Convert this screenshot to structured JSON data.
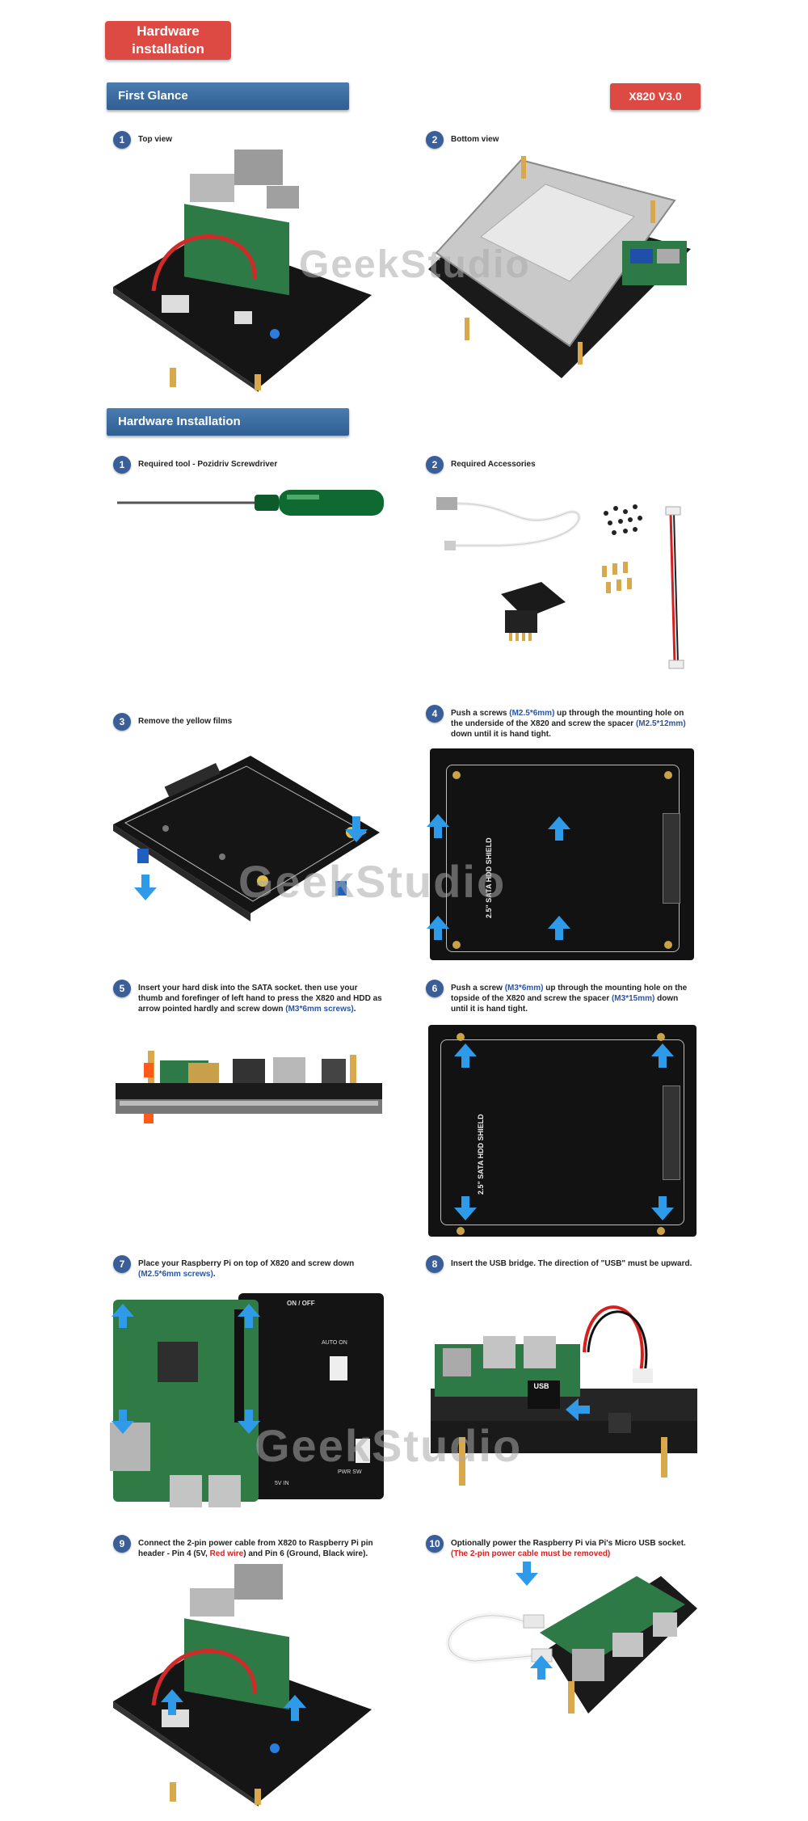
{
  "header": {
    "title": "Hardware installation"
  },
  "sections": {
    "first_glance": "First Glance",
    "version": "X820 V3.0",
    "hardware_installation": "Hardware Installation"
  },
  "watermark": "GeekStudio",
  "first_glance_steps": [
    {
      "num": "1",
      "text": "Top view"
    },
    {
      "num": "2",
      "text": "Bottom view"
    }
  ],
  "steps": [
    {
      "num": "1",
      "text": "Required tool - Pozidriv Screwdriver"
    },
    {
      "num": "2",
      "text": "Required Accessories"
    },
    {
      "num": "3",
      "text": "Remove the yellow films"
    },
    {
      "num": "4",
      "pre": "Push a screws ",
      "hl1": "(M2.5*6mm)",
      "mid": " up through the mounting hole on the underside of the X820 and screw the spacer ",
      "hl2": "(M2.5*12mm)",
      "post": " down until it is hand tight."
    },
    {
      "num": "5",
      "pre": "Insert your hard disk into the SATA socket.  then use your thumb and forefinger of left hand to press the X820 and HDD as arrow pointed hardly and screw down ",
      "hl1": "(M3*6mm screws)",
      "post": "."
    },
    {
      "num": "6",
      "pre": "Push a screw ",
      "hl1": "(M3*6mm)",
      "mid": " up through the mounting hole on the topside of the X820 and screw the spacer ",
      "hl2": "(M3*15mm)",
      "post": " down until it is hand tight."
    },
    {
      "num": "7",
      "pre": "Place your Raspberry Pi on top of X820 and screw down ",
      "hl1": "(M2.5*6mm screws)",
      "post": "."
    },
    {
      "num": "8",
      "text": "Insert the USB bridge.  The direction of \"USB\" must be upward."
    },
    {
      "num": "9",
      "pre": "Connect the 2-pin power cable from X820 to Raspberry Pi pin header - Pin 4 (5V, ",
      "red": "Red wire",
      "mid": ") and Pin 6 (Ground, ",
      "black": "Black wire",
      "post": ")."
    },
    {
      "num": "10",
      "pre": "Optionally power the Raspberry Pi via Pi's Micro USB socket.",
      "redline": "(The 2-pin power cable must be removed)"
    }
  ],
  "board_labels": {
    "shield": "2.5\" SATA HDD SHIELD",
    "usb": "USB",
    "on_off": "ON / OFF",
    "auto_on": "AUTO ON",
    "pwr_sw": "PWR SW",
    "five_v": "5V IN"
  },
  "colors": {
    "accent_red": "#dd4a44",
    "section_blue": "#3a6a9e",
    "arrow_blue": "#2f9be8",
    "board_black": "#141414",
    "pcb_green": "#2f7a45"
  }
}
